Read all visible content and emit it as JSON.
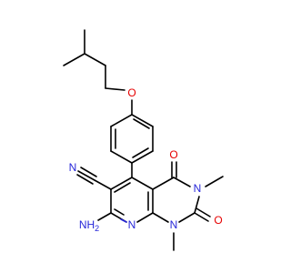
{
  "colors": {
    "background": "#ffffff",
    "carbon_bond": "#000000",
    "nitrogen": "#2626d9",
    "oxygen": "#e60000"
  },
  "atom_labels": {
    "ether_oxygen": "O",
    "nitrile_nitrogen": "N",
    "amine": "NH",
    "amine_subscript": "2",
    "ring_nitrogen_pyridine": "N",
    "ring_nitrogen_1": "N",
    "ring_nitrogen_3": "N",
    "carbonyl_oxygen_4": "O",
    "carbonyl_oxygen_2": "O"
  }
}
